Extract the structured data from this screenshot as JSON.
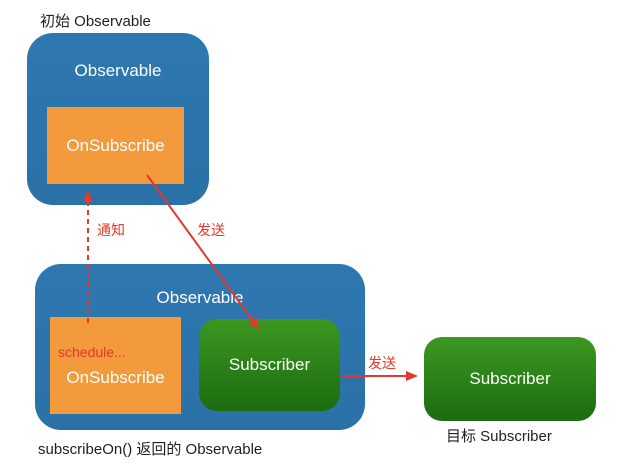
{
  "colors": {
    "blue": "#2b74ac",
    "orange": "#f29a3c",
    "green_top": "#3b9820",
    "green_bottom": "#1d6b10",
    "red": "#e2392c"
  },
  "top_group": {
    "caption": "初始 Observable",
    "observable_label": "Observable",
    "onsubscribe_label": "OnSubscribe"
  },
  "bottom_group": {
    "caption": "subscribeOn() 返回的 Observable",
    "observable_label": "Observable",
    "schedule_label": "schedule...",
    "onsubscribe_label": "OnSubscribe",
    "subscriber_label": "Subscriber"
  },
  "target_subscriber": {
    "label": "Subscriber",
    "caption": "目标 Subscriber"
  },
  "arrows": {
    "notify_label": "通知",
    "send_label_1": "发送",
    "send_label_2": "发送"
  }
}
